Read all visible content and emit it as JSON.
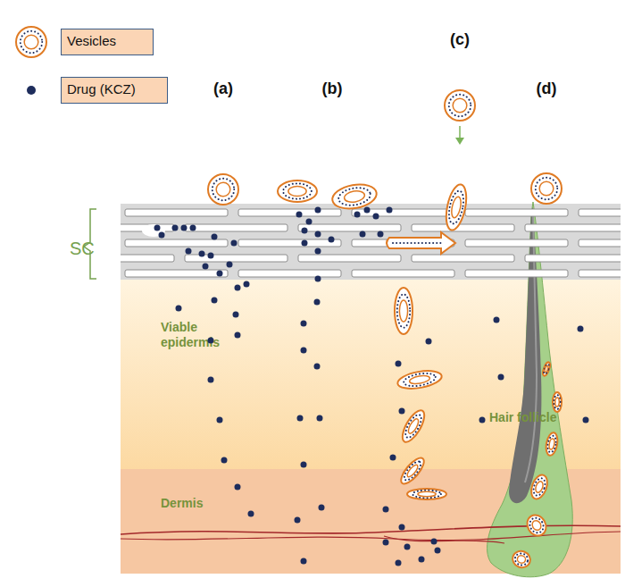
{
  "diagram": {
    "nodes": [
      {
        "text": [
          "SC"
        ]
      },
      {
        "text": [
          "Viable epidermis"
        ]
      },
      {
        "text": [
          "Dermis"
        ]
      },
      {
        "text": [
          "Hair follicle"
        ]
      }
    ],
    "edges": [],
    "labels": [
      "(a)",
      "(b)",
      "(c)",
      "(d)"
    ],
    "legend": [
      {
        "text": "Vesicles"
      },
      {
        "text": "Drug (KCZ)"
      }
    ]
  }
}
